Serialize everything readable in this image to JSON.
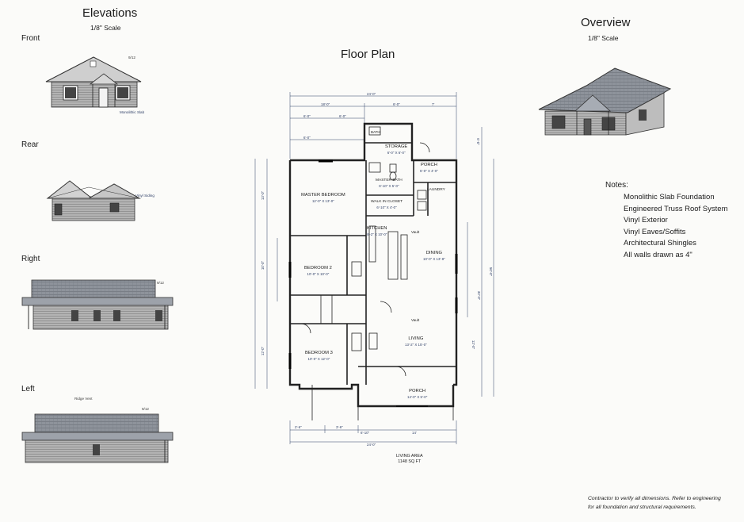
{
  "elevations": {
    "title": "Elevations",
    "scale": "1/8\" Scale",
    "front": {
      "label": "Front",
      "pitch": "9/12",
      "note": "Monolithic Slab"
    },
    "rear": {
      "label": "Rear",
      "note": "Vinyl Siding"
    },
    "right": {
      "label": "Right",
      "pitch": "9/12"
    },
    "left": {
      "label": "Left",
      "pitch": "9/12",
      "note": "Ridge Vent"
    }
  },
  "floor_plan": {
    "title": "Floor Plan",
    "rooms": {
      "bath": "BATH",
      "storage": "STORAGE",
      "storage_dim": "6'-0\" X 6'-0\"",
      "porch_rear": "PORCH",
      "porch_rear_dim": "5'-0\" X 4'-0\"",
      "master_bath": "MASTER BATH",
      "master_bath_dim": "6'-10\" X 5'-0\"",
      "laundry": "LAUNDRY",
      "master_bedroom": "MASTER BEDROOM",
      "master_bedroom_dim": "12'-0\" X 13'-0\"",
      "walk_in_closet": "WALK IN CLOSET",
      "walk_in_closet_dim": "6'-10\" X 4'-0\"",
      "kitchen": "KITCHEN",
      "kitchen_dim": "8'-2\" X 10'-0\"",
      "bedroom2": "BEDROOM 2",
      "bedroom2_dim": "10'-0\" X 10'-0\"",
      "dining": "DINING",
      "dining_dim": "10'-0\" X 13'-8\"",
      "living": "LIVING",
      "living_dim": "13'-2\" X 15'-0\"",
      "bedroom3": "BEDROOM 3",
      "bedroom3_dim": "10'-0\" X 12'-0\"",
      "porch_front": "PORCH",
      "porch_front_dim": "14'-0\" X 5'-0\"",
      "vault1": "Vault",
      "vault2": "Vault"
    },
    "dimensions": {
      "overall_width": "24'-0\"",
      "top_left": "18'-0\"",
      "top_mid": "6'-0\"",
      "top_right": "7'",
      "sub_left_a": "6'-0\"",
      "sub_left_b": "6'-0\"",
      "storage_w": "6'-0\"",
      "right_total": "50'-0\"",
      "right_a": "6'-0\"",
      "right_b": "32'-0\"",
      "right_c": "12'-0\"",
      "left_a": "13'-0\"",
      "left_b": "10'-0\"",
      "left_c": "12'-0\"",
      "bottom_a": "2'-6\"",
      "bottom_b": "3'-6\"",
      "bottom_c": "6'-10\"",
      "bottom_d": "14'",
      "bottom_total": "24'-0\""
    },
    "living_area_label": "LIVING AREA",
    "living_area_value": "1148 SQ FT"
  },
  "overview": {
    "title": "Overview",
    "scale": "1/8\" Scale"
  },
  "notes": {
    "heading": "Notes:",
    "items": [
      "Monolithic Slab Foundation",
      "Engineered Truss Roof System",
      "Vinyl Exterior",
      "Vinyl Eaves/Soffits",
      "Architectural Shingles",
      "All walls drawn as 4\""
    ]
  },
  "footer": {
    "line1": "Contractor to verify all dimensions.  Refer to engineering",
    "line2": "for all foundation and structural requirements."
  },
  "colors": {
    "ink": "#1b1b1b",
    "dimension": "#2d3e66",
    "roof": "#8a9098",
    "siding": "#a9a9a9"
  }
}
